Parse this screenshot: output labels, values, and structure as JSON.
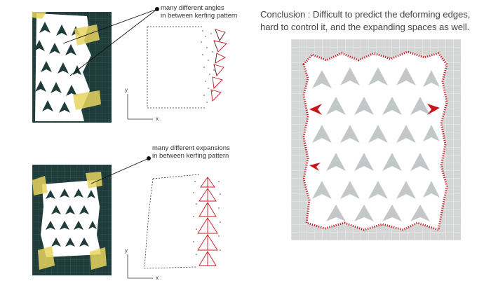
{
  "annotations": {
    "top": {
      "line1": "many different angles",
      "line2": "in between kerfing pattern"
    },
    "bottom": {
      "line1": "many different expansions",
      "line2": "in between kerfing pattern"
    }
  },
  "conclusion": {
    "line1": "Conclusion : Difficult to predict the deforming edges,",
    "line2": "hard to control it, and the expanding spaces as well."
  },
  "axes": {
    "x": "x",
    "y": "y"
  },
  "colors": {
    "mat": "#1f3b3a",
    "grid": "#3f6a63",
    "paper": "#ffffff",
    "tape": "#e8d560",
    "highlight": "#c8161d",
    "photo_bg": "#d4d6d6"
  }
}
